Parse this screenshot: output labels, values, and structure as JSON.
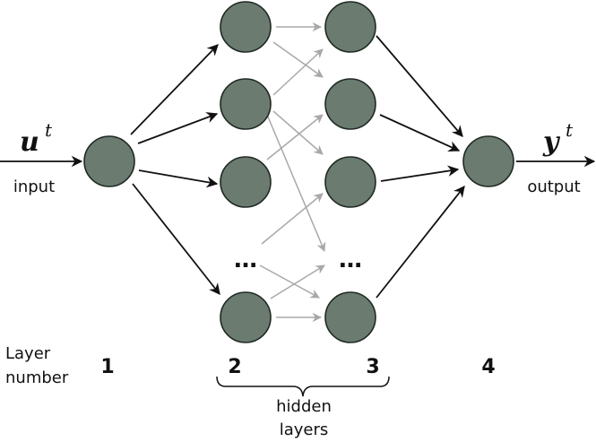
{
  "input": {
    "symbol": "u",
    "superscript": "t",
    "label": "input"
  },
  "output": {
    "symbol": "y",
    "superscript": "t",
    "label": "output"
  },
  "layer_caption": {
    "line1": "Layer",
    "line2": "number"
  },
  "layer_numbers": [
    "1",
    "2",
    "3",
    "4"
  ],
  "hidden_caption": {
    "line1": "hidden",
    "line2": "layers"
  },
  "ellipsis": "…",
  "colors": {
    "node_fill": "#6b7b70",
    "main_edge": "#111111",
    "hidden_edge": "#a8a8a8"
  }
}
